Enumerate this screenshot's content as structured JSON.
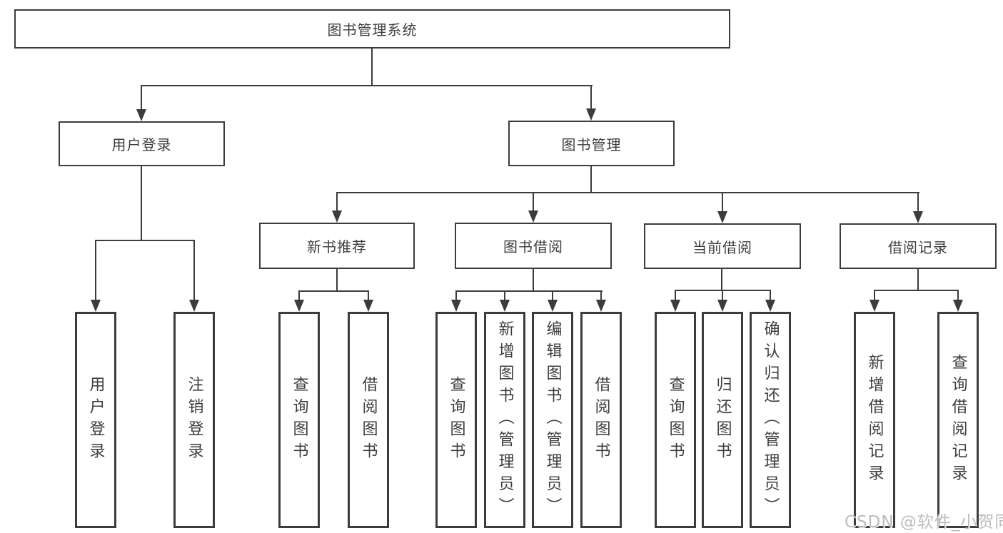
{
  "tree": {
    "root": {
      "label": "图书管理系统"
    },
    "branches": [
      {
        "label": "用户登录",
        "children": [
          {
            "label": "用户登录"
          },
          {
            "label": "注销登录"
          }
        ]
      },
      {
        "label": "图书管理",
        "children": [
          {
            "label": "新书推荐",
            "children": [
              {
                "label": "查询图书"
              },
              {
                "label": "借阅图书"
              }
            ]
          },
          {
            "label": "图书借阅",
            "children": [
              {
                "label": "查询图书"
              },
              {
                "label": "新增图书（管理员）"
              },
              {
                "label": "编辑图书（管理员）"
              },
              {
                "label": "借阅图书"
              }
            ]
          },
          {
            "label": "当前借阅",
            "children": [
              {
                "label": "查询图书"
              },
              {
                "label": "归还图书"
              },
              {
                "label": "确认归还（管理员）"
              }
            ]
          },
          {
            "label": "借阅记录",
            "children": [
              {
                "label": "新增借阅记录"
              },
              {
                "label": "查询借阅记录"
              }
            ]
          }
        ]
      }
    ]
  },
  "watermark": {
    "text": "CSDN @软件_小贺同学"
  },
  "colors": {
    "line": "#3c3c3c",
    "text": "#3e3e3e",
    "background": "#ffffff",
    "watermark": "#bdbdbd"
  }
}
